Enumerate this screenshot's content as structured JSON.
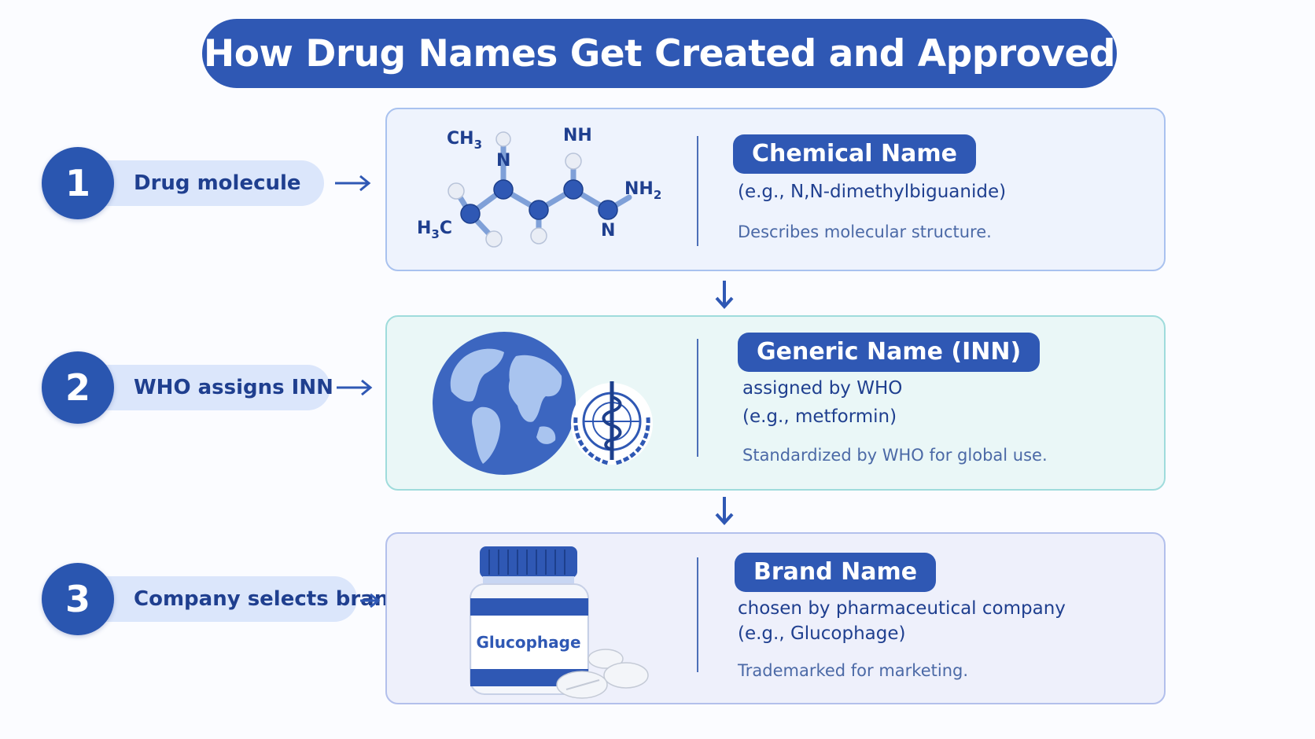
{
  "title": "How Drug Names Get Created and Approved",
  "steps": [
    {
      "number": "1",
      "label": "Drug molecule"
    },
    {
      "number": "2",
      "label": "WHO assigns INN"
    },
    {
      "number": "3",
      "label": "Company selects brand"
    }
  ],
  "cards": {
    "chemical": {
      "badge": "Chemical Name",
      "example": "(e.g., N,N-dimethylbiguanide)",
      "note": "Describes molecular structure.",
      "atoms": {
        "ch3": "CH3",
        "nh": "NH",
        "nh2": "NH2",
        "h3c": "H3C",
        "n_top": "N",
        "n_bottom": "N"
      }
    },
    "generic": {
      "badge": "Generic Name (INN)",
      "line1": "assigned by WHO",
      "line2": "(e.g., metformin)",
      "note": "Standardized by WHO for global use."
    },
    "brand": {
      "badge": "Brand Name",
      "line1": "chosen by pharmaceutical company",
      "line2": "(e.g., Glucophage)",
      "note": "Trademarked for marketing.",
      "bottle_label": "Glucophage"
    }
  },
  "colors": {
    "primary": "#2f58b4",
    "card1_bg": "#eef3fd",
    "card2_bg": "#eaf7f7",
    "card3_bg": "#eef0fb",
    "pill_bg": "#dbe6fb"
  }
}
